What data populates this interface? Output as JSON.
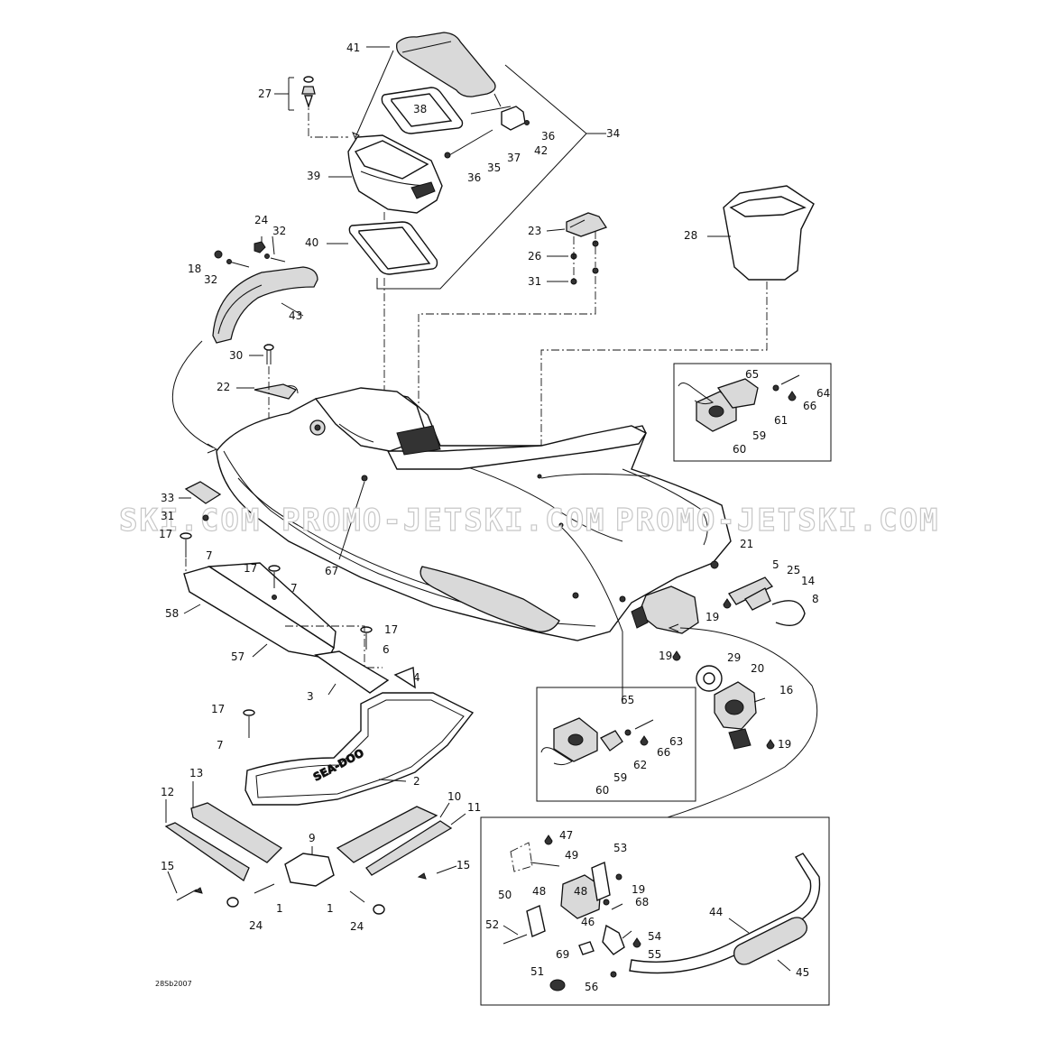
{
  "diagram_code": "28Sb2007",
  "watermark": [
    "SKI.COM",
    "PROMO-JETSKI.COM",
    "PROMO-JETSKI.COM"
  ],
  "labels": [
    "41",
    "27",
    "38",
    "36",
    "34",
    "42",
    "37",
    "35",
    "36",
    "39",
    "40",
    "24",
    "32",
    "18",
    "32",
    "43",
    "23",
    "26",
    "31",
    "28",
    "30",
    "22",
    "65",
    "64",
    "66",
    "61",
    "59",
    "60",
    "33",
    "31",
    "17",
    "7",
    "17",
    "7",
    "67",
    "21",
    "5",
    "25",
    "14",
    "8",
    "19",
    "58",
    "17",
    "6",
    "57",
    "4",
    "3",
    "19",
    "29",
    "20",
    "16",
    "19",
    "17",
    "7",
    "65",
    "63",
    "66",
    "62",
    "59",
    "60",
    "2",
    "13",
    "12",
    "10",
    "11",
    "9",
    "15",
    "15",
    "1",
    "1",
    "24",
    "24",
    "47",
    "53",
    "49",
    "19",
    "48",
    "68",
    "50",
    "46",
    "44",
    "52",
    "54",
    "69",
    "55",
    "48",
    "51",
    "56",
    "45"
  ],
  "legend": {}
}
